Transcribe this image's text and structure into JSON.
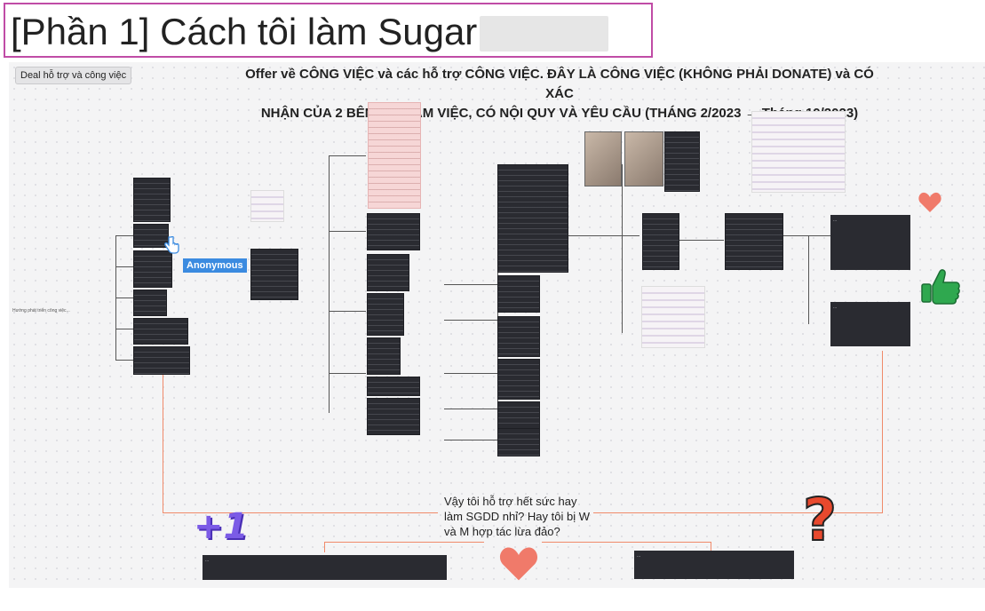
{
  "title": "[Phần 1] Cách tôi làm Sugar",
  "board": {
    "deal_button": "Deal hỗ trợ và công việc",
    "heading_line1": "Offer về CÔNG VIỆC và các hỗ trợ CÔNG VIỆC. ĐÂY LÀ CÔNG VIỆC (KHÔNG PHẢI DONATE) và CÓ XÁC",
    "heading_line2": "NHẬN CỦA 2 BÊN KHI LÀM VIỆC, CÓ NỘI QUY VÀ YÊU CẦU (THÁNG 2/2023 → Tháng 10/2023)",
    "anonymous_label": "Anonymous",
    "question_text": "Vậy tôi hỗ trợ hết sức hay làm SGDD nhỉ? Hay tôi bị W và M hợp tác lừa đảo?",
    "plus_one": "+1",
    "question_mark": "?"
  },
  "colors": {
    "title_border": "#c04ca6",
    "connector_orange": "#f08a6a",
    "anon_badge": "#3b8be0",
    "plus_one": "#7b5be6",
    "heart": "#f07a6a",
    "thumb_green": "#2fa84f",
    "question_red": "#e8492e"
  },
  "icons": [
    "heart-icon",
    "thumbs-up-icon",
    "question-mark-icon",
    "cursor-hand-icon"
  ]
}
